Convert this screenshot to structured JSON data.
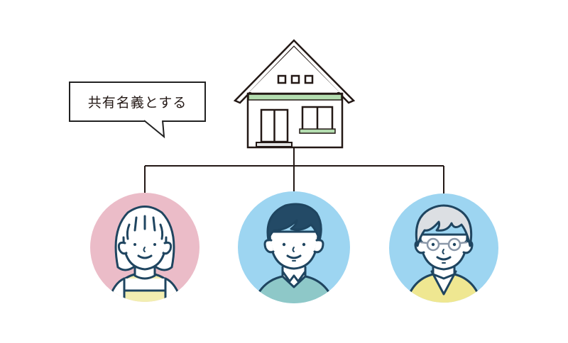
{
  "speech_bubble": {
    "text": "共有名義とする"
  },
  "house": {
    "label": "house-icon",
    "colors": {
      "outline": "#231815",
      "accent_band": "#b4ddb0",
      "step": "#e4e4e4"
    },
    "attic_windows": 3
  },
  "people": [
    {
      "id": "woman",
      "label": "woman-avatar",
      "bg_color": "#ebbcc8",
      "hair_color": "#ffffff",
      "clothing_color": "#f2eeb1"
    },
    {
      "id": "man",
      "label": "man-avatar",
      "bg_color": "#9dd5f1",
      "hair_color": "#234a66",
      "clothing_color": "#8ec8c8"
    },
    {
      "id": "elder",
      "label": "elderly-person-avatar",
      "bg_color": "#9dd5f1",
      "hair_color": "#dcdfe3",
      "clothing_color": "#efe791"
    }
  ],
  "colors": {
    "line": "#231815",
    "face_outline": "#1f4560",
    "glasses": "#8a97a8"
  }
}
